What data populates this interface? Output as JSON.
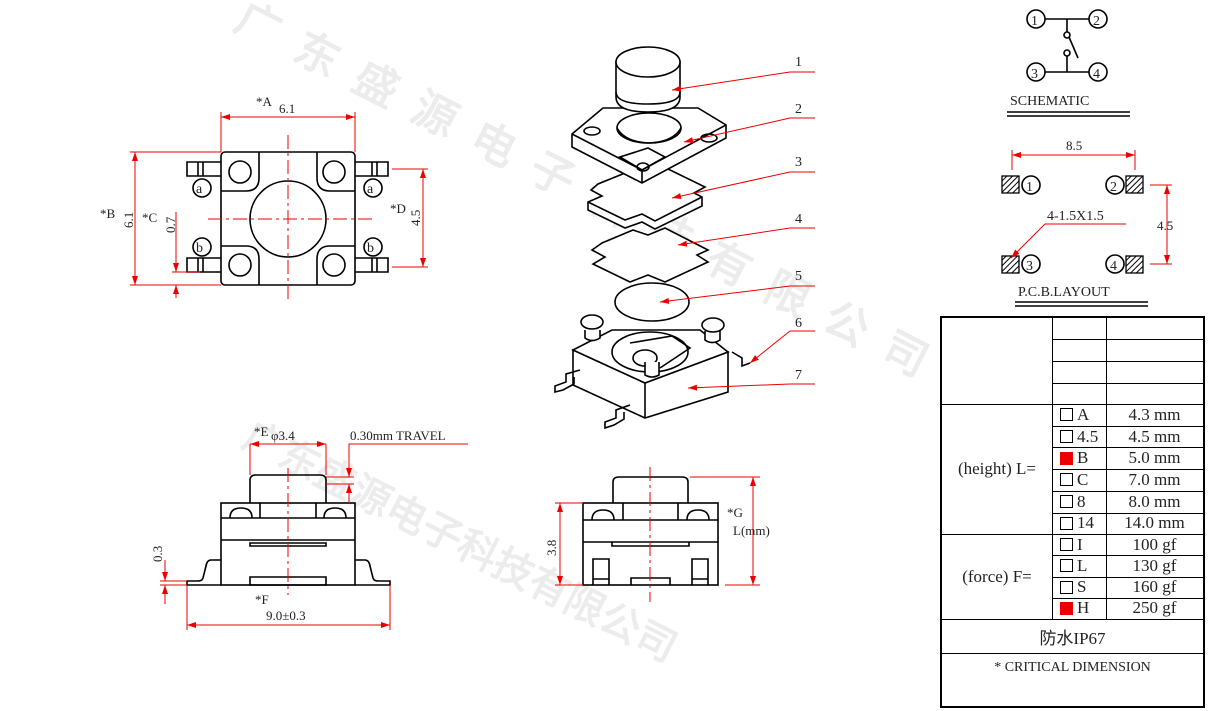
{
  "watermark": "广东盛源电子科技有限公司",
  "top_view": {
    "dim_a_label": "*A",
    "dim_a_value": "6.1",
    "dim_b_label": "*B",
    "dim_b_value": "6.1",
    "dim_c_label": "*C",
    "dim_c_value": "0.7",
    "dim_d_label": "*D",
    "dim_d_value": "4.5",
    "pin_a": "a",
    "pin_b": "b"
  },
  "side_view": {
    "dim_e_label": "*E",
    "dim_e_value": "φ3.4",
    "travel": "0.30mm  TRAVEL",
    "dim_lead": "0.3",
    "dim_f_label": "*F",
    "dim_f_value": "9.0±0.3"
  },
  "front_view": {
    "dim_height": "3.8",
    "dim_g_label": "*G",
    "dim_g_value": "L(mm)"
  },
  "exploded_view": {
    "parts": [
      "1",
      "2",
      "3",
      "4",
      "5",
      "6",
      "7"
    ]
  },
  "schematic": {
    "pins": [
      "1",
      "2",
      "3",
      "4"
    ],
    "title": "SCHEMATIC"
  },
  "pcb_layout": {
    "pins": [
      "1",
      "2",
      "3",
      "4"
    ],
    "pitch_x": "8.5",
    "pitch_y": "4.5",
    "pad_size": "4-1.5X1.5",
    "title": "P.C.B.LAYOUT"
  },
  "spec_table": {
    "height_label": "(height)  L=",
    "height_options": [
      {
        "code": "A",
        "value": "4.3 mm",
        "selected": false
      },
      {
        "code": "4.5",
        "value": "4.5 mm",
        "selected": false
      },
      {
        "code": "B",
        "value": "5.0 mm",
        "selected": true
      },
      {
        "code": "C",
        "value": "7.0 mm",
        "selected": false
      },
      {
        "code": "8",
        "value": "8.0 mm",
        "selected": false
      },
      {
        "code": "14",
        "value": "14.0 mm",
        "selected": false
      }
    ],
    "force_label": "(force) F=",
    "force_options": [
      {
        "code": "I",
        "value": "100 gf",
        "selected": false
      },
      {
        "code": "L",
        "value": "130 gf",
        "selected": false
      },
      {
        "code": "S",
        "value": "160 gf",
        "selected": false
      },
      {
        "code": "H",
        "value": "250 gf",
        "selected": true
      }
    ],
    "waterproof": "防水IP67",
    "note": "* CRITICAL  DIMENSION"
  },
  "colors": {
    "dimension": "#e00000",
    "selected": "#e00000"
  }
}
